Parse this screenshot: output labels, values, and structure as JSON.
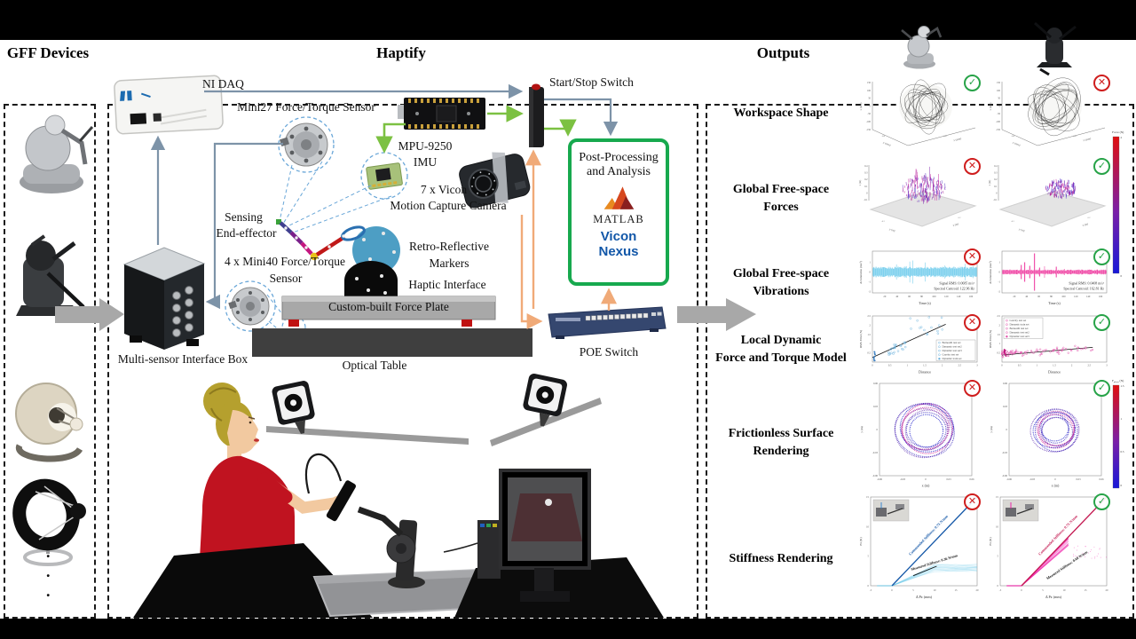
{
  "headers": {
    "gff": "GFF Devices",
    "haptify": "Haptify",
    "outputs": "Outputs"
  },
  "gff": {
    "device_icons": [
      "grey-sphere-haptic-device-icon",
      "dark-stylus-haptic-device-icon",
      "dome-stylus-haptic-device-icon",
      "ring-linkage-haptic-device-icon"
    ],
    "dots": [
      ".",
      ".",
      "."
    ]
  },
  "haptify": {
    "ni_daq": "NI DAQ",
    "mini27": "Mini27 Force/Torque Sensor",
    "mpu_line1": "MPU-9250",
    "mpu_line2": "IMU",
    "start_stop": "Start/Stop Switch",
    "vicon_line1": "7 x Vicon",
    "vicon_line2": "Motion Capture Camera",
    "sensing_line1": "Sensing",
    "sensing_line2": "End-effector",
    "retro_line1": "Retro-Reflective",
    "retro_line2": "Markers",
    "haptic_interface": "Haptic Interface",
    "mini40_line1": "4 x Mini40 Force/Torque",
    "mini40_line2": "Sensor",
    "force_plate": "Custom-built Force Plate",
    "optical_table": "Optical Table",
    "msib": "Multi-sensor Interface Box",
    "poe": "POE Switch",
    "post_line1": "Post-Processing",
    "post_line2": "and Analysis",
    "matlab": "MATLAB",
    "vicon_nexus_line1": "Vicon",
    "vicon_nexus_line2": "Nexus",
    "colors": {
      "arrow_grey": "#7d93a8",
      "arrow_green": "#7cc142",
      "arrow_orange": "#f0aa78",
      "post_box_border": "#17a94e",
      "vicon_nexus_text": "#1257a8"
    }
  },
  "outputs": {
    "column_device_icons": [
      "grey-haptic-device-icon",
      "dark-haptic-device-icon"
    ],
    "glyphs": {
      "pass": "✓",
      "fail": "✕"
    },
    "status_colors": {
      "pass": "#27a348",
      "fail": "#cf1d1d"
    },
    "colorbars": [
      {
        "label_pre": "Force (N)",
        "label_sub": "",
        "ticks": [
          "2",
          "0"
        ]
      },
      {
        "label_pre": "F",
        "label_sub": "planar",
        "label_post": " (N)",
        "ticks": [
          "1.5",
          "1",
          "0.5",
          "0"
        ]
      }
    ],
    "rows": [
      {
        "label_lines": [
          "Workspace Shape"
        ],
        "type": "wireframe3d",
        "axes": {
          "xlabel": "x (mm)",
          "ylabel": "y (mm)",
          "zlabel": "z (mm)",
          "zticks": [
            "150",
            "100",
            "50",
            "0",
            "-50",
            "-100",
            "-150"
          ],
          "base_ticks": [
            "-200",
            "-100",
            "0",
            "100",
            "200"
          ]
        },
        "plots": [
          {
            "status": "pass"
          },
          {
            "status": "fail"
          }
        ]
      },
      {
        "label_lines": [
          "Global Free-space",
          "Forces"
        ],
        "type": "cloud3d",
        "axes": {
          "xlabel": "x (m)",
          "ylabel": "y (m)",
          "zlabel": "z (m)",
          "zticks": [
            "0.4",
            "0.3",
            "0.2",
            "0.1",
            "0",
            "-0.1"
          ],
          "base_ticks": [
            "-0.4",
            "-0.2",
            "0",
            "0.2",
            "0.4"
          ]
        },
        "plots": [
          {
            "status": "fail",
            "spiky": true
          },
          {
            "status": "pass",
            "spiky": false
          }
        ]
      },
      {
        "label_lines": [
          "Global Free-space",
          "Vibrations"
        ],
        "type": "timeseries",
        "axes": {
          "xlabel": "Time (s)",
          "ylabel": "Acceleration (m/s²)",
          "xticks": [
            "20",
            "40",
            "60",
            "80",
            "100",
            "120",
            "140",
            "160"
          ],
          "yticks": [
            "1",
            "0",
            "-1",
            "-2"
          ]
        },
        "plots": [
          {
            "status": "fail",
            "color": "#55c2e8",
            "annotations": [
              "Signal RMS: 0.0685 m/s²",
              "Spectral Centroid: 122.96 Hz"
            ]
          },
          {
            "status": "pass",
            "color": "#ec1b90",
            "annotations": [
              "Signal RMS: 0.0408 m/s²",
              "Spectral Centroid: 162.81 Hz"
            ]
          }
        ]
      },
      {
        "label_lines": [
          "Local Dynamic",
          "Force and Torque Model"
        ],
        "type": "scatter",
        "axes": {
          "xlabel": "Distance",
          "ylabel": "RMS Error (N)",
          "xticks": [
            "0",
            "0.5",
            "1",
            "1.5",
            "2",
            "2.5",
            "3"
          ],
          "yticks": [
            "0.5",
            "1",
            "1.5",
            "2",
            "2.5"
          ]
        },
        "plots": [
          {
            "status": "fail",
            "color": "#6fb4de",
            "legend_pos": "br",
            "legend": [
              "Bernoulli test set",
              "Dynamic test set2",
              "Dynamic test set3",
              "Gravity test set",
              "Dynamic train set"
            ]
          },
          {
            "status": "pass",
            "color": "#e256ad",
            "legend_pos": "tl",
            "legend": [
              "Gravity test set",
              "Dynamic train set",
              "Bernoulli test set",
              "Dynamic test set2",
              "Dynamic test set3"
            ]
          }
        ]
      },
      {
        "label_lines": [
          "Frictionless Surface",
          "Rendering"
        ],
        "type": "loops",
        "axes": {
          "xlabel": "x (m)",
          "ylabel": "y (m)",
          "xticks": [
            "-0.06",
            "-0.03",
            "0",
            "0.03",
            "0.06"
          ],
          "yticks": [
            "-0.06",
            "-0.03",
            "0",
            "0.03",
            "0.06"
          ]
        },
        "plots": [
          {
            "status": "fail",
            "spread": 1.0
          },
          {
            "status": "pass",
            "spread": 0.78
          }
        ]
      },
      {
        "label_lines": [
          "Stiffness Rendering"
        ],
        "type": "stiffness",
        "axes": {
          "xlabel": "Δ Pz (mm)",
          "ylabel": "Fz (N)",
          "xticks": [
            "-5",
            "0",
            "5",
            "10",
            "15",
            "20"
          ],
          "yticks": [
            "0",
            "5",
            "10",
            "15"
          ]
        },
        "plots": [
          {
            "status": "fail",
            "commanded_label": "Commanded Stiffness: 0.75 N/mm",
            "measured_label": "Measured Stiffness: 0.36 N/mm",
            "commanded_color": "#1558a8",
            "measured_color": "#74cdea"
          },
          {
            "status": "pass",
            "commanded_label": "Commanded Stiffness: 0.75 N/mm",
            "measured_label": "Measured Stiffness: 0.60 N/mm",
            "commanded_color": "#c41a52",
            "measured_color": "#ee14a4"
          }
        ]
      }
    ]
  }
}
